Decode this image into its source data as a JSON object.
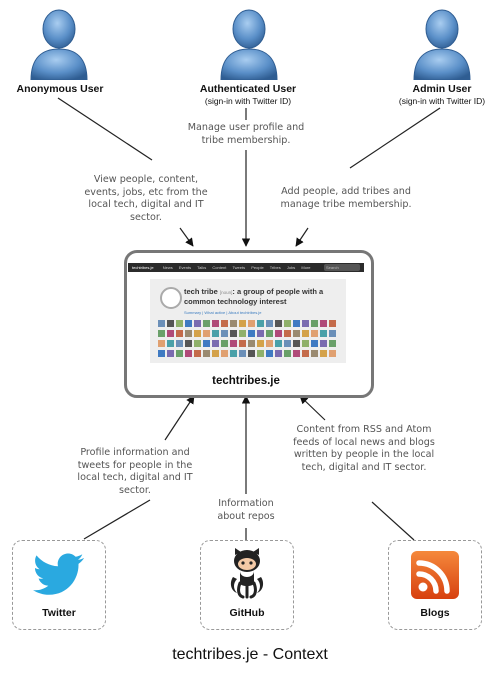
{
  "actors": [
    {
      "id": "anonymous",
      "label": "Anonymous User",
      "sub": ""
    },
    {
      "id": "authenticated",
      "label": "Authenticated User",
      "sub": "(sign-in with Twitter ID)"
    },
    {
      "id": "admin",
      "label": "Admin User",
      "sub": "(sign-in with Twitter ID)"
    }
  ],
  "notes": {
    "anonymous": [
      "View people, content,",
      "events, jobs, etc from the",
      "local tech, digital and IT",
      "sector."
    ],
    "authenticated": [
      "Manage user profile and",
      "tribe membership."
    ],
    "admin": [
      "Add people, add tribes and",
      "manage tribe membership."
    ],
    "twitter": [
      "Profile information and",
      "tweets for people in the",
      "local tech, digital and IT",
      "sector."
    ],
    "github": [
      "Information",
      "about repos"
    ],
    "blogs": [
      "Content from RSS and Atom",
      "feeds of local news and blogs",
      "written by people in the local",
      "tech, digital and IT sector."
    ]
  },
  "system": {
    "label": "techtribes.je",
    "screenshot": {
      "brand": "techtribes.je",
      "nav": [
        "News",
        "Events",
        "Talks",
        "Content",
        "Tweets",
        "People",
        "Tribes",
        "Jobs",
        "More"
      ],
      "search": "Search",
      "headline_1": "tech tribe",
      "headline_tag": "[noun]",
      "headline_2": ": a group of people with a",
      "headline_3": "common technology interest",
      "links": "Summary | What active | About techtribes.je"
    }
  },
  "sources": [
    {
      "id": "twitter",
      "label": "Twitter",
      "icon": "twitter-bird-icon"
    },
    {
      "id": "github",
      "label": "GitHub",
      "icon": "github-octocat-icon"
    },
    {
      "id": "blogs",
      "label": "Blogs",
      "icon": "rss-feed-icon"
    }
  ],
  "caption": "techtribes.je - Context",
  "colors": {
    "actor": "#5a8fc8",
    "twitter": "#2aa9e0",
    "rss": "#e8521e",
    "system_border": "#777777",
    "arrow": "#111111"
  }
}
